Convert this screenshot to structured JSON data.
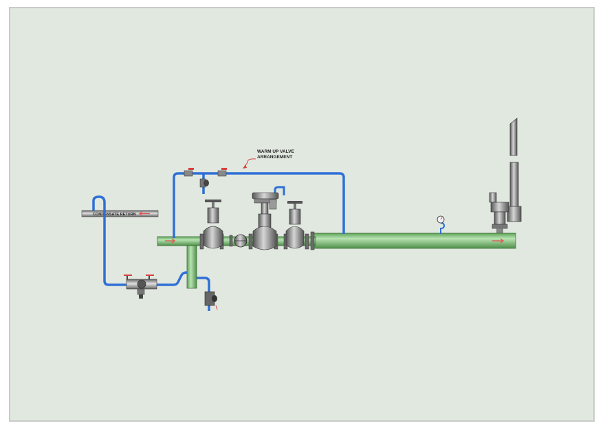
{
  "annotation": {
    "line1": "WARM UP VALVE",
    "line2": "ARRANGEMENT"
  },
  "condensate_label": "CONDENSATE RETURN",
  "colors": {
    "background": "#e1e8e0",
    "steam_pipe": "#8fcf8a",
    "bypass_pipe": "#2f6fd6",
    "valve_grey": "#8c8c8c",
    "handwheel_red": "#d84040",
    "arrow_red": "#e05050"
  },
  "icons": [
    "gate-valve-icon",
    "control-valve-icon",
    "strainer-icon",
    "steam-trap-icon",
    "pressure-gauge-icon",
    "safety-valve-icon",
    "vent-pipe-icon"
  ]
}
